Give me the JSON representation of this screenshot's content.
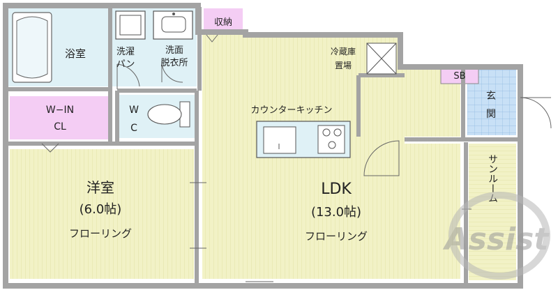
{
  "rooms": {
    "bathroom": "浴室",
    "washer_line1": "洗濯",
    "washer_line2": "パン",
    "washroom_line1": "洗面",
    "washroom_line2": "脱衣所",
    "storage": "収納",
    "fridge_line1": "冷蔵庫",
    "fridge_line2": "置場",
    "shoebox": "SB",
    "entrance_line1": "玄",
    "entrance_line2": "関",
    "closet_line1": "W−IN",
    "closet_line2": "CL",
    "wc_line1": "W",
    "wc_line2": "C",
    "kitchen": "カウンターキッチン",
    "western_name": "洋室",
    "western_size": "(6.0帖)",
    "western_floor": "フローリング",
    "ldk_name": "LDK",
    "ldk_size": "(13.0帖)",
    "ldk_floor": "フローリング",
    "sunroom": "サンルーム"
  },
  "watermark": "Assist",
  "colors": {
    "wall": "#a3a3a3",
    "floor_wood": "#f2f2c6",
    "floor_grain": "#e1e1a6",
    "wet_area": "#dff1f6",
    "storage_pink": "#f4cdf4",
    "entrance_blue": "#c8e0f6",
    "watermark": "#b7b7b7"
  }
}
